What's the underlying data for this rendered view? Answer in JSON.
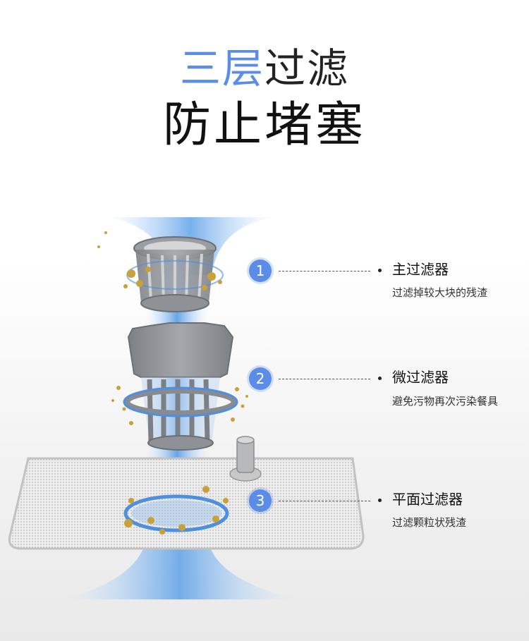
{
  "headline": {
    "accent": "三层",
    "rest": "过滤",
    "subtitle": "防止堵塞"
  },
  "callouts": [
    {
      "number": "1",
      "title": "主过滤器",
      "description": "过滤掉较大块的残渣"
    },
    {
      "number": "2",
      "title": "微过滤器",
      "description": "避免污物再次污染餐具"
    },
    {
      "number": "3",
      "title": "平面过滤器",
      "description": "过滤颗粒状残渣"
    }
  ],
  "colors": {
    "accent": "#5b8de8",
    "filter_gray": "#8f9296",
    "debris": "#c9a13a",
    "water_blue": "#6aa8ea"
  },
  "icons": [
    "main-filter-illustration",
    "micro-filter-illustration",
    "flat-filter-illustration"
  ]
}
